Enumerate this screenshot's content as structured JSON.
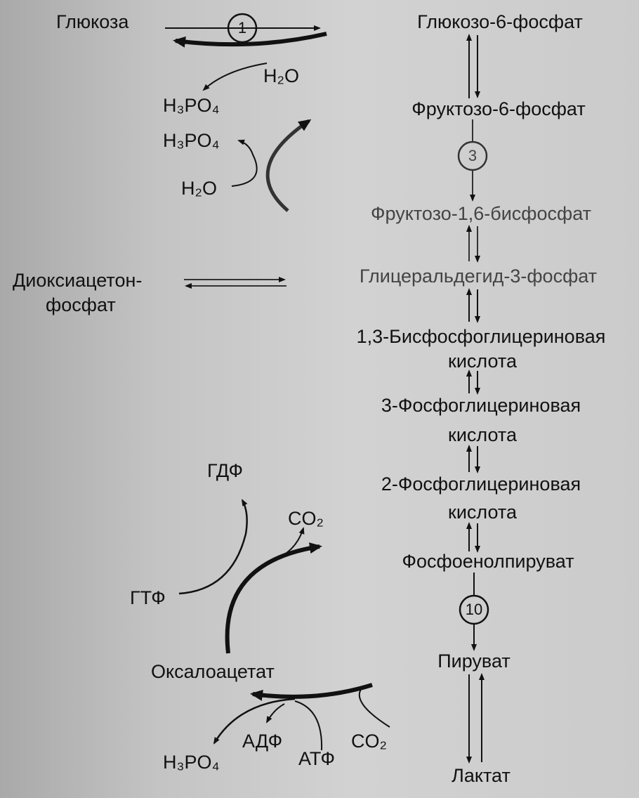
{
  "left": {
    "glucose": "Глюкоза",
    "h2o_1": "H₂O",
    "h3po4_1": "H₃PO₄",
    "h3po4_2": "H₃PO₄",
    "h2o_2": "H₂O",
    "dhap_line1": "Диоксиацетон-",
    "dhap_line2": "фосфат",
    "gdp": "ГДФ",
    "co2_1": "CO₂",
    "gtp": "ГТФ",
    "oxaloacetate": "Оксалоацетат",
    "adp": "АДФ",
    "atp": "АТФ",
    "co2_2": "CO₂",
    "h3po4_3": "H₃PO₄"
  },
  "pathway": [
    "Глюкозо-6-фосфат",
    "Фруктозо-6-фосфат",
    "Фруктозо-1,6-бисфосфат",
    "Глицеральдегид-3-фосфат",
    "1,3-Бисфосфоглицериновая",
    "кислота",
    "3-Фосфоглицериновая",
    "кислота",
    "2-Фосфоглицериновая",
    "кислота",
    "Фосфоенолпируват",
    "Пируват",
    "Лактат"
  ],
  "steps": [
    "1",
    "3",
    "10"
  ]
}
